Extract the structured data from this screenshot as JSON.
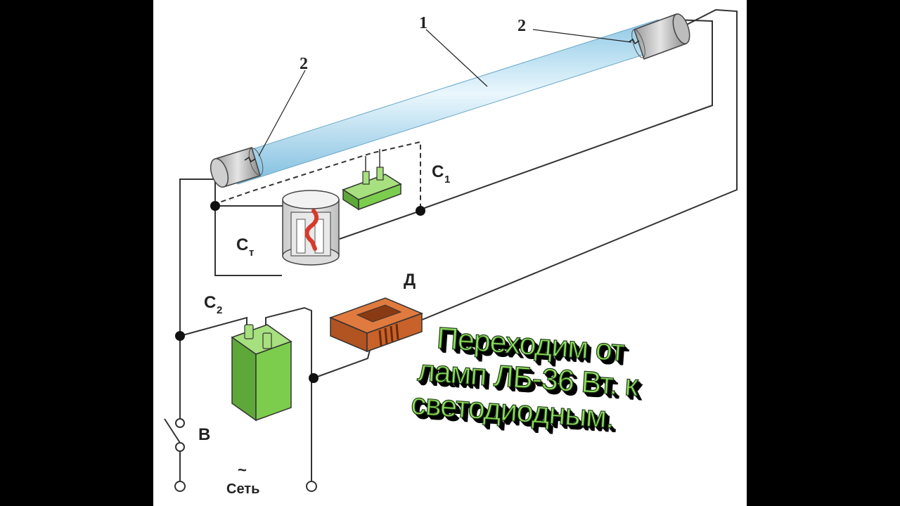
{
  "caption": {
    "line1": "Переходим от",
    "line2": "ламп ЛБ-36 Вт. к",
    "line3": "светодиодным."
  },
  "labels": {
    "tube_number": "1",
    "electrode_left_number": "2",
    "electrode_right_number": "2",
    "capacitor1_letter": "С",
    "capacitor1_sub": "1",
    "starter_letter": "С",
    "starter_sub": "т",
    "ballast": "Д",
    "capacitor2_letter": "С",
    "capacitor2_sub": "2",
    "switch": "В",
    "mains": "Сеть",
    "mains_symbol": "~"
  },
  "colors": {
    "tube_glow": "#bfe6f5",
    "capacitor_green": "#7ccd4e",
    "ballast_orange": "#c8622a",
    "starter_red": "#d73a2a",
    "wire": "#333333",
    "caption_fill": "#90e060"
  }
}
